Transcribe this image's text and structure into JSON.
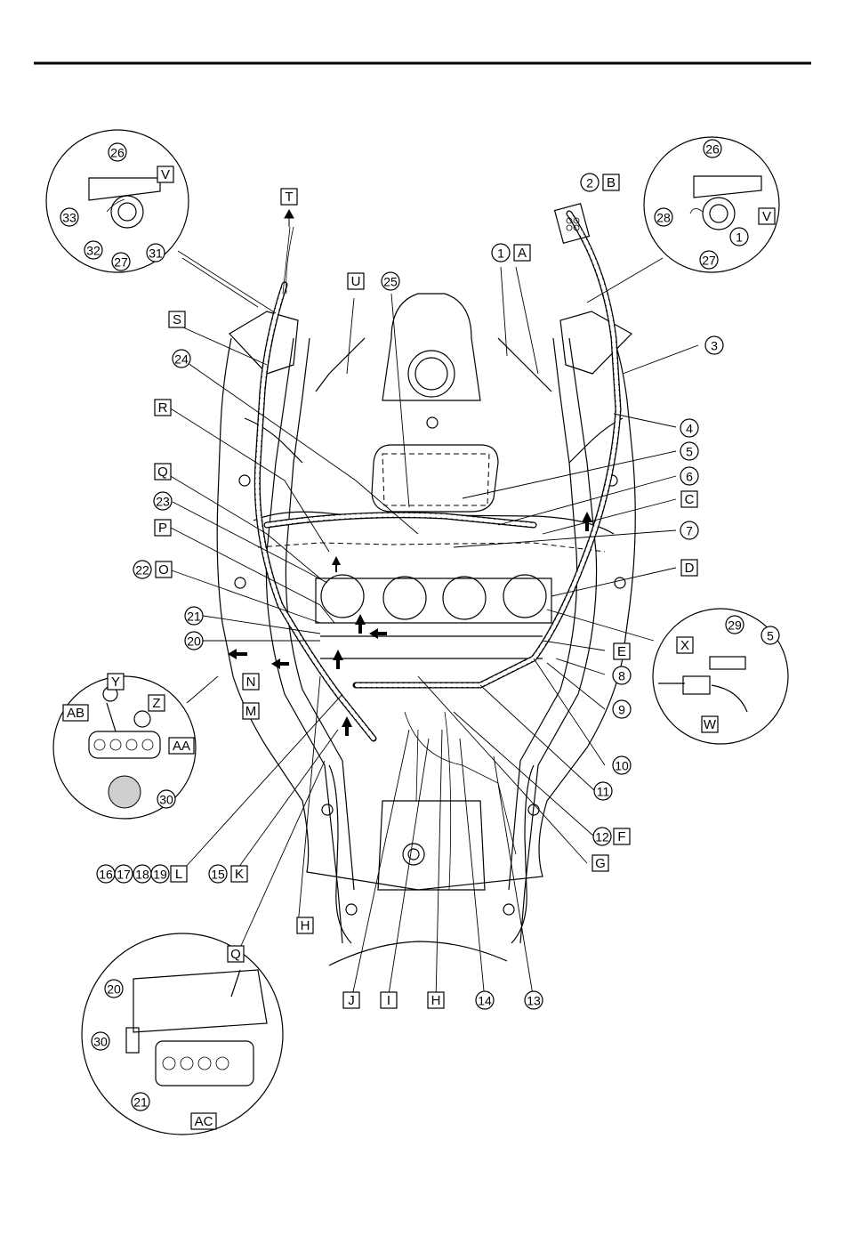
{
  "callouts": {
    "numbers": [
      "1",
      "2",
      "3",
      "4",
      "5",
      "6",
      "7",
      "8",
      "9",
      "10",
      "11",
      "12",
      "13",
      "14",
      "15",
      "16",
      "17",
      "18",
      "19",
      "20",
      "21",
      "22",
      "23",
      "24",
      "25",
      "26",
      "27",
      "28",
      "29",
      "30",
      "31",
      "32",
      "33"
    ],
    "letters": [
      "A",
      "B",
      "C",
      "D",
      "E",
      "F",
      "G",
      "H",
      "I",
      "J",
      "K",
      "L",
      "M",
      "N",
      "O",
      "P",
      "Q",
      "R",
      "S",
      "T",
      "U",
      "V",
      "W",
      "X",
      "Y",
      "Z",
      "AA",
      "AB",
      "AC"
    ]
  },
  "labels": {
    "n26_tl": "26",
    "v_tl": "V",
    "n33": "33",
    "n32": "32",
    "n27_tl": "27",
    "n31": "31",
    "n26_tr": "26",
    "v_tr": "V",
    "n28": "28",
    "n1_tr": "1",
    "n27_tr": "27",
    "t": "T",
    "u": "U",
    "n25": "25",
    "n2": "2",
    "b": "B",
    "n1": "1",
    "a": "A",
    "s": "S",
    "n24": "24",
    "r": "R",
    "q": "Q",
    "n23": "23",
    "p": "P",
    "n22": "22",
    "o": "O",
    "n21": "21",
    "n20": "20",
    "n_lbl": "N",
    "m": "M",
    "n3": "3",
    "n4": "4",
    "n5": "5",
    "n6": "6",
    "c": "C",
    "n7": "7",
    "d": "D",
    "e": "E",
    "n8": "8",
    "n9": "9",
    "n10": "10",
    "n11": "11",
    "n12": "12",
    "f": "F",
    "g": "G",
    "x": "X",
    "n29": "29",
    "n5_right": "5",
    "w": "W",
    "y": "Y",
    "z": "Z",
    "ab": "AB",
    "aa": "AA",
    "n30": "30",
    "n16": "16",
    "n17": "17",
    "n18": "18",
    "n19": "19",
    "l": "L",
    "n15": "15",
    "k": "K",
    "h1": "H",
    "j": "J",
    "i": "I",
    "h2": "H",
    "n14": "14",
    "n13": "13",
    "q_detail": "Q",
    "n20_detail": "20",
    "n30_detail": "30",
    "n21_detail": "21",
    "ac": "AC"
  }
}
